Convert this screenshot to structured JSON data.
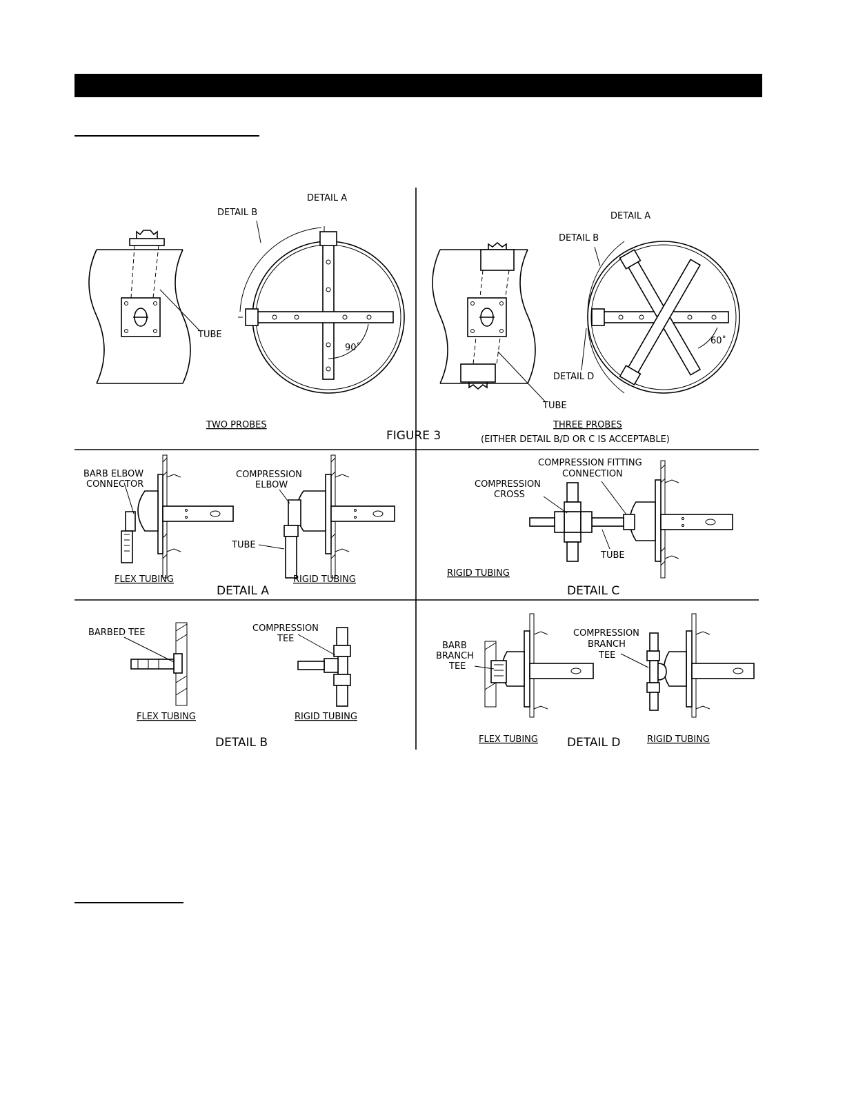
{
  "figure": {
    "caption": "FIGURE 3",
    "two_probes": {
      "title": "TWO PROBES",
      "detail_a": "DETAIL A",
      "detail_b": "DETAIL B",
      "tube": "TUBE",
      "angle": "90˚"
    },
    "three_probes": {
      "title": "THREE PROBES",
      "note": "(EITHER DETAIL B/D OR C IS ACCEPTABLE)",
      "detail_a": "DETAIL A",
      "detail_b": "DETAIL B",
      "detail_d": "DETAIL D",
      "tube": "TUBE",
      "angle": "60˚"
    }
  },
  "detail_a": {
    "title": "DETAIL A",
    "flex_label": "FLEX TUBING",
    "rigid_label": "RIGID TUBING",
    "barb_elbow_line1": "BARB ELBOW",
    "barb_elbow_line2": "CONNECTOR",
    "comp_elbow_line1": "COMPRESSION",
    "comp_elbow_line2": "ELBOW",
    "tube": "TUBE"
  },
  "detail_c": {
    "title": "DETAIL C",
    "rigid_label": "RIGID TUBING",
    "fitting_line1": "COMPRESSION FITTING",
    "fitting_line2": "CONNECTION",
    "cross_line1": "COMPRESSION",
    "cross_line2": "CROSS",
    "tube": "TUBE"
  },
  "detail_b": {
    "title": "DETAIL B",
    "flex_label": "FLEX TUBING",
    "rigid_label": "RIGID TUBING",
    "barbed_tee": "BARBED TEE",
    "comp_tee_line1": "COMPRESSION",
    "comp_tee_line2": "TEE"
  },
  "detail_d": {
    "title": "DETAIL D",
    "flex_label": "FLEX TUBING",
    "rigid_label": "RIGID TUBING",
    "barb_branch_line1": "BARB",
    "barb_branch_line2": "BRANCH",
    "barb_branch_line3": "TEE",
    "comp_branch_line1": "COMPRESSION",
    "comp_branch_line2": "BRANCH",
    "comp_branch_line3": "TEE"
  }
}
